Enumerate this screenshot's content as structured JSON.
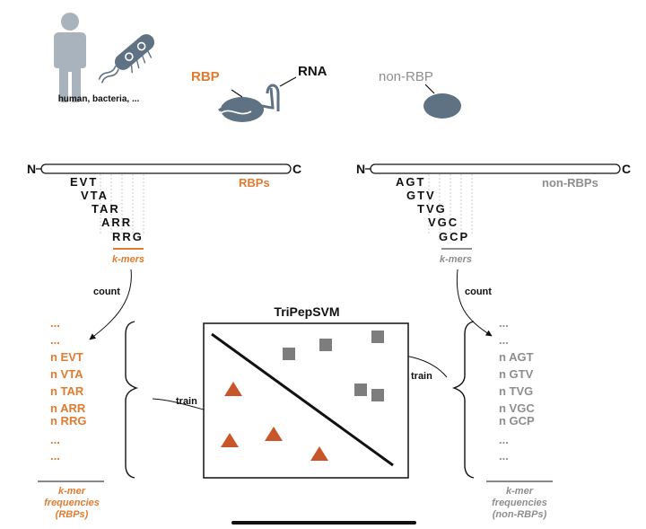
{
  "top": {
    "organisms_caption": "human, bacteria, ...",
    "rbp_label": "RBP",
    "rna_label": "RNA",
    "non_rbp_label": "non-RBP",
    "human_icon": "human-figure-icon",
    "bacteria_icon": "bacterium-icon"
  },
  "left": {
    "n_term": "N",
    "c_term": "C",
    "set_label": "RBPs",
    "kmers": [
      "EVT",
      "VTA",
      "TAR",
      "ARR",
      "RRG"
    ],
    "kmers_label": "k-mers",
    "count_label": "count",
    "freq_lines": [
      "...",
      "...",
      "n EVT",
      "n VTA",
      "n TAR",
      "n ARR",
      "n RRG",
      "...",
      "..."
    ],
    "freq_caption": [
      "k-mer",
      "frequencies",
      "(RBPs)"
    ],
    "train_label": "train"
  },
  "right": {
    "n_term": "N",
    "c_term": "C",
    "set_label": "non-RBPs",
    "kmers": [
      "AGT",
      "GTV",
      "TVG",
      "VGC",
      "GCP"
    ],
    "kmers_label": "k-mers",
    "count_label": "count",
    "freq_lines": [
      "...",
      "...",
      "n AGT",
      "n GTV",
      "n TVG",
      "n VGC",
      "n GCP",
      "...",
      "..."
    ],
    "freq_caption": [
      "k-mer",
      "frequencies",
      "(non-RBPs)"
    ],
    "train_label": "train"
  },
  "classifier": {
    "title": "TriPepSVM",
    "rbp_marker": "triangle",
    "non_rbp_marker": "square"
  },
  "colors": {
    "rbp": "#e07b2f",
    "non_rbp": "#8e8e8e",
    "triangle": "#c8562a",
    "square": "#7d7d7d",
    "icon": "#5f7284",
    "human": "#a8b3bd"
  }
}
